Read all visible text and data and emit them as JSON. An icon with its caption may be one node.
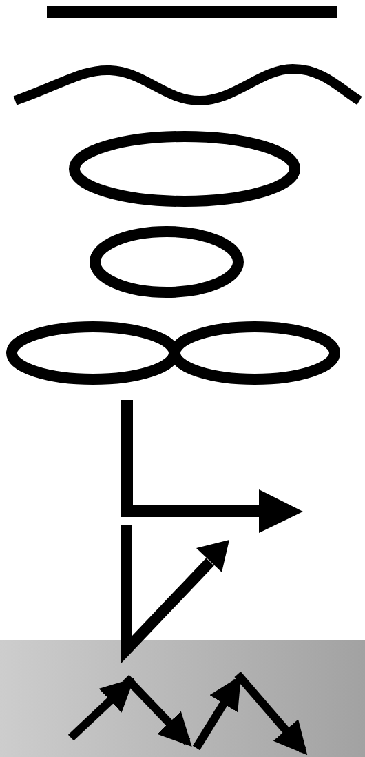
{
  "diagram": {
    "nodes": [
      {
        "text": [],
        "shape": "bar"
      },
      {
        "text": [],
        "shape": "line"
      },
      {
        "text": [],
        "shape": "ellipse"
      },
      {
        "text": [],
        "shape": "ellipse"
      },
      {
        "text": [],
        "shape": "ellipse"
      },
      {
        "text": [],
        "shape": "ellipse"
      },
      {
        "text": [],
        "shape": "picture"
      },
      {
        "text": [],
        "shape": "picture"
      },
      {
        "text": [],
        "shape": "picture"
      }
    ]
  }
}
